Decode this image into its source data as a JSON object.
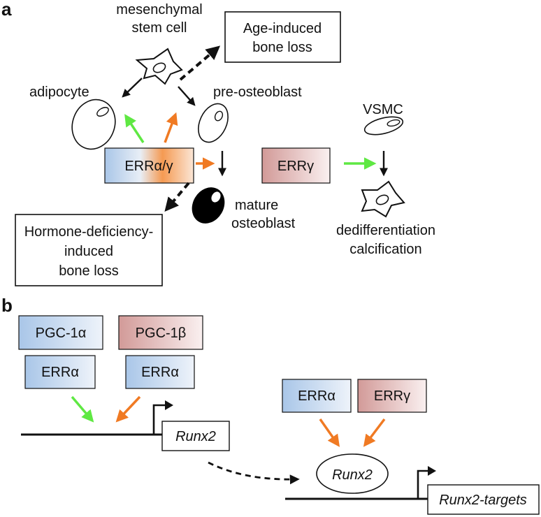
{
  "colors": {
    "arrow_black": "#111111",
    "arrow_green": "#5fe843",
    "arrow_orange": "#f07a23",
    "erra_blue": "#a9c6e8",
    "errg_red": "#d29a98",
    "pgc1b_red": "#d29a98",
    "gradient_orange": "#f59a52"
  },
  "panel_a": {
    "letter": "a",
    "msc_label_line1": "mesenchymal",
    "msc_label_line2": "stem cell",
    "age_box_line1": "Age-induced",
    "age_box_line2": "bone loss",
    "adipocyte_label": "adipocyte",
    "preosteoblast_label": "pre-osteoblast",
    "err_ag_label": "ERRα/γ",
    "mature_line1": "mature",
    "mature_line2": "osteoblast",
    "hormone_line1": "Hormone-deficiency-",
    "hormone_line2": "induced",
    "hormone_line3": "bone loss",
    "vsmc_label": "VSMC",
    "errg_label": "ERRγ",
    "dediff_line1": "dedifferentiation",
    "dediff_line2": "calcification"
  },
  "panel_b": {
    "letter": "b",
    "pgc1a_label": "PGC-1α",
    "pgc1b_label": "PGC-1β",
    "erra_left_label": "ERRα",
    "erra_mid_label": "ERRα",
    "erra_right_label": "ERRα",
    "errg_right_label": "ERRγ",
    "runx2_gene_label": "Runx2",
    "runx2_protein_label": "Runx2",
    "runx2_targets_label": "Runx2-targets"
  }
}
